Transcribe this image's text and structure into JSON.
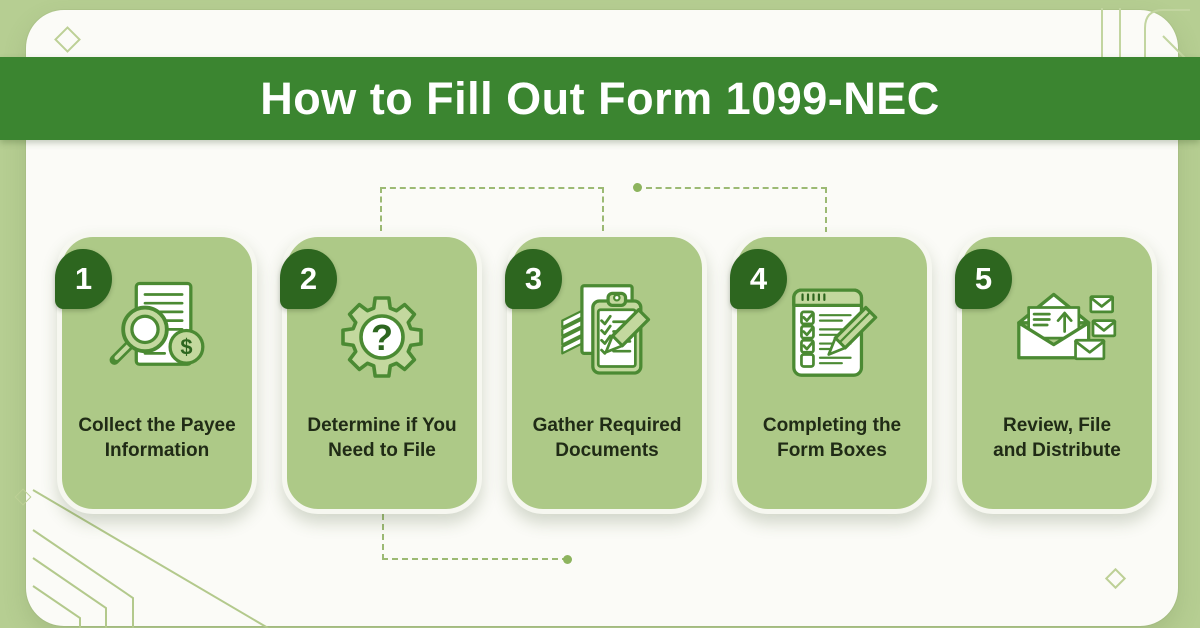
{
  "header": {
    "title": "How to Fill Out Form 1099-NEC"
  },
  "steps": [
    {
      "number": "1",
      "label_line1": "Collect the Payee",
      "label_line2": "Information",
      "icon": "document-search-dollar"
    },
    {
      "number": "2",
      "label_line1": "Determine if You",
      "label_line2": "Need to File",
      "icon": "gear-question"
    },
    {
      "number": "3",
      "label_line1": "Gather Required",
      "label_line2": "Documents",
      "icon": "clipboard-checklist-pencil"
    },
    {
      "number": "4",
      "label_line1": "Completing the",
      "label_line2": "Form Boxes",
      "icon": "form-checkboxes-pen"
    },
    {
      "number": "5",
      "label_line1": "Review, File",
      "label_line2": "and Distribute",
      "icon": "outgoing-envelopes"
    }
  ],
  "icon_glyphs": {
    "question_mark": "?",
    "dollar_sign": "$"
  },
  "colors": {
    "background_green": "#b6ce92",
    "panel_white": "#fbfbf7",
    "banner_green": "#3b8530",
    "card_green": "#adc987",
    "badge_green": "#2d661f",
    "icon_stroke_green": "#4b8a33",
    "icon_fill_green": "#c3d89e",
    "text_dark": "#202b16",
    "dotted_line_green": "#9cba74"
  }
}
